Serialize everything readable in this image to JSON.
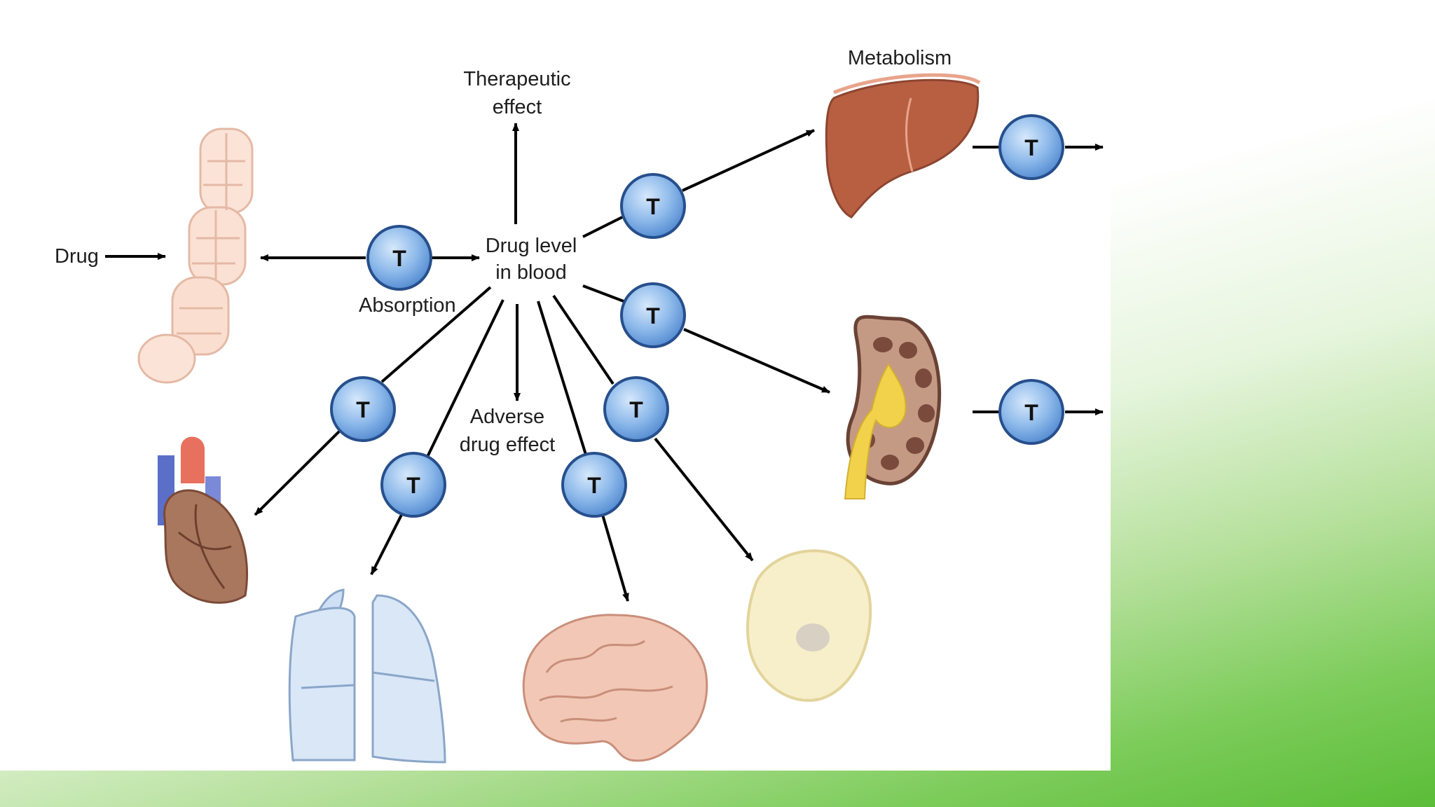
{
  "labels": {
    "drug": "Drug",
    "absorption": "Absorption",
    "therapeutic_line1": "Therapeutic",
    "therapeutic_line2": "effect",
    "metabolism": "Metabolism",
    "center_line1": "Drug level",
    "center_line2": "in blood",
    "adverse_line1": "Adverse",
    "adverse_line2": "drug effect"
  },
  "transporter_label": "T",
  "colors": {
    "transporter_fill": "#6ba1df",
    "background_accent": "#5bbd38",
    "arrow": "#000000"
  },
  "icons": [
    "intestine-icon",
    "liver-icon",
    "kidney-icon",
    "heart-icon",
    "lungs-icon",
    "brain-icon",
    "tumor-cell-icon"
  ]
}
